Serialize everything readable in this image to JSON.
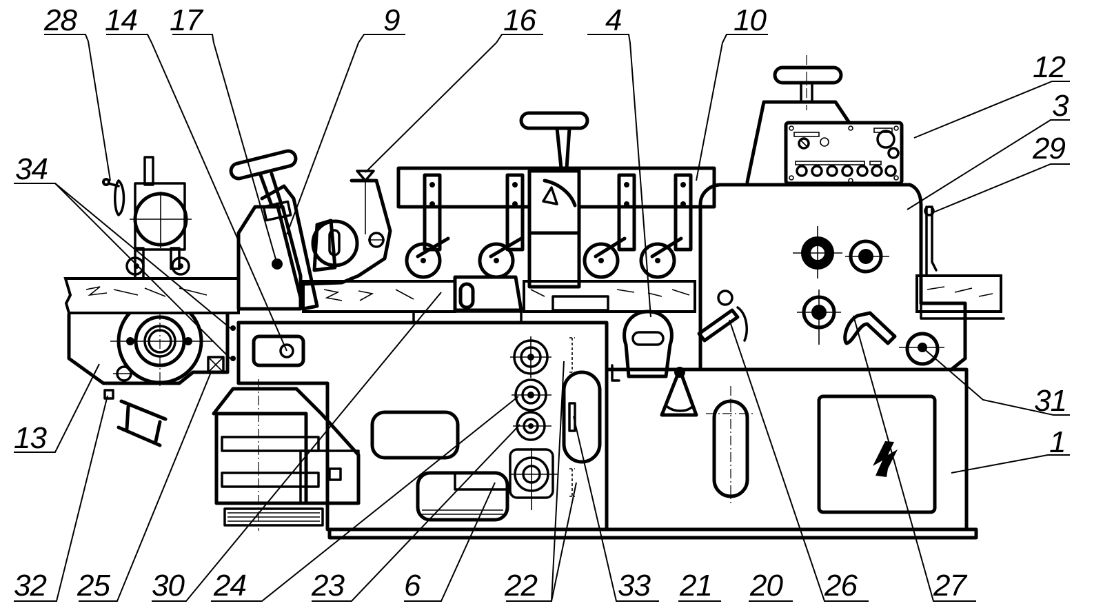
{
  "figure": {
    "title": "Four-sided planing/moulding machine — general view",
    "callouts": {
      "c28": "28",
      "c14": "14",
      "c17": "17",
      "c9": "9",
      "c16": "16",
      "c4": "4",
      "c10": "10",
      "c12": "12",
      "c3": "3",
      "c29": "29",
      "c34": "34",
      "c13": "13",
      "c31": "31",
      "c1": "1",
      "c32": "32",
      "c25": "25",
      "c30": "30",
      "c24": "24",
      "c23": "23",
      "c6": "6",
      "c22": "22",
      "c33": "33",
      "c21": "21",
      "c20": "20",
      "c26": "26",
      "c27": "27"
    },
    "control_panel": {
      "labels": [
        "",
        "",
        "",
        "",
        "",
        "",
        "",
        "",
        "",
        ""
      ],
      "button_count": 7
    },
    "symbols": {
      "electrical_hazard": "high-voltage-icon"
    },
    "colors": {
      "ink": "#000000",
      "paper": "#ffffff"
    }
  }
}
